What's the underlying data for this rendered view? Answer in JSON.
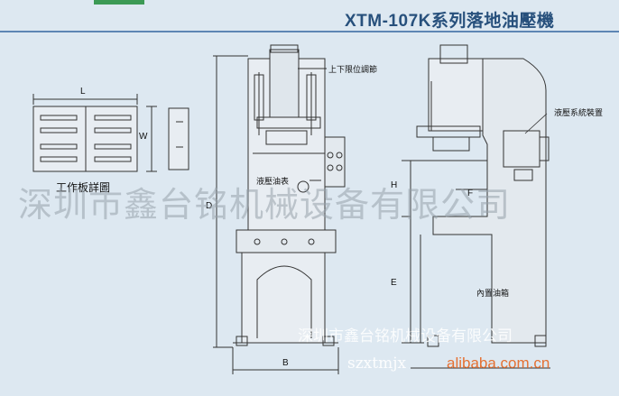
{
  "title": "XTM-107K系列落地油壓機",
  "labels": {
    "worktable": "工作板詳圖",
    "stroke_adjust": "上下限位調節",
    "pressure_gauge": "液壓油表",
    "hydraulic_system": "液壓系統裝置",
    "oil_tank": "內置油箱"
  },
  "dims": {
    "L": "L",
    "W": "W",
    "D": "D",
    "B": "B",
    "H": "H",
    "E": "E",
    "F": "F"
  },
  "watermarks": {
    "company_large": "深圳市鑫台铭机械设备有限公司",
    "company_small": "深圳市鑫台铭机械设备有限公司",
    "site": "szxtmjx",
    "alibaba": "alibaba.com.cn"
  },
  "colors": {
    "title": "#27507c",
    "background": "#dde8f1",
    "accent": "#5d86b4"
  }
}
